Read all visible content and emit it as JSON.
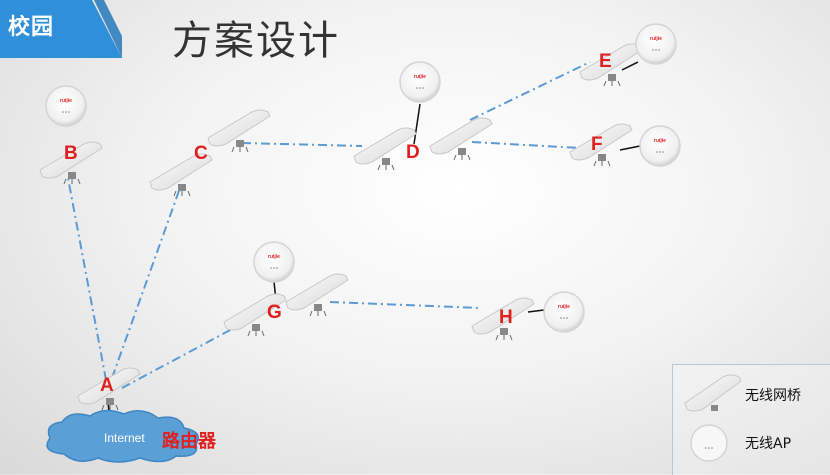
{
  "header": {
    "tag": "校园",
    "title": "方案设计"
  },
  "nodes": {
    "A": "A",
    "B": "B",
    "C": "C",
    "D": "D",
    "E": "E",
    "F": "F",
    "G": "G",
    "H": "H"
  },
  "ap_brand": "ruijie",
  "internet": {
    "label": "Internet",
    "router": "路由器"
  },
  "legend": {
    "bridge": "无线网桥",
    "ap": "无线AP"
  },
  "colors": {
    "accent": "#1e78c8",
    "link": "#5b9bd5",
    "label": "#e02020",
    "cloud": "#5a9fd6"
  }
}
